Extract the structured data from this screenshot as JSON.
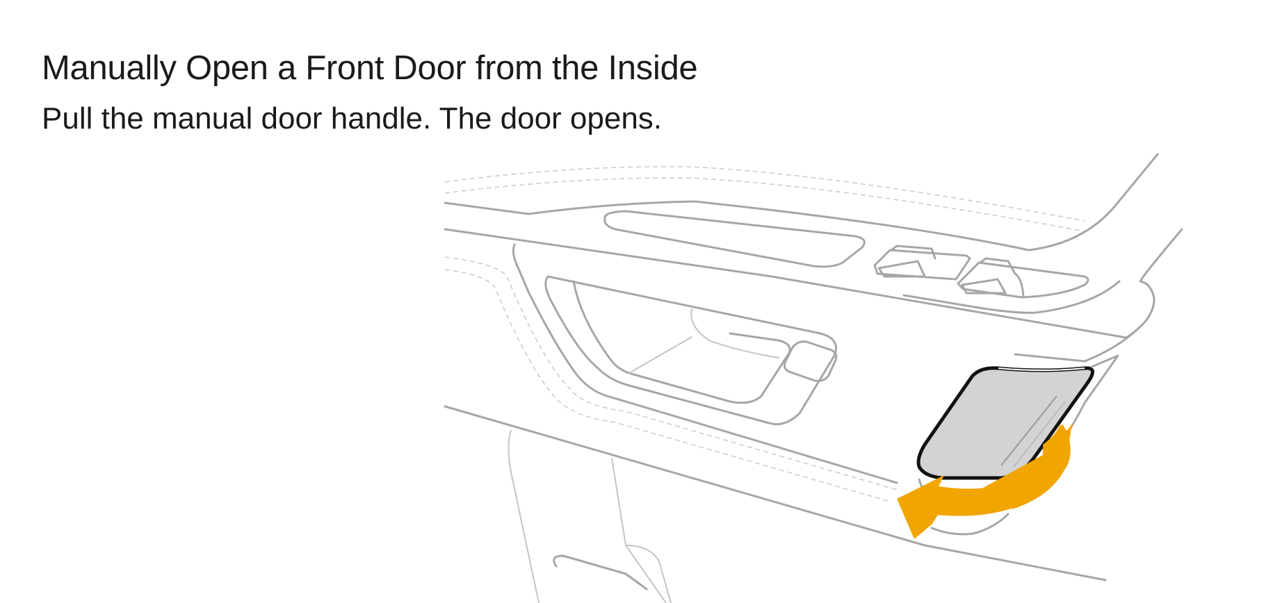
{
  "heading": {
    "title": "Manually Open a Front Door from the Inside",
    "instruction": "Pull the manual door handle. The door opens."
  },
  "illustration": {
    "subject": "door-panel-manual-release",
    "handle_color": "#d3d3d5",
    "arrow_color": "#f0a500",
    "line_color": "#a6a6a6"
  }
}
